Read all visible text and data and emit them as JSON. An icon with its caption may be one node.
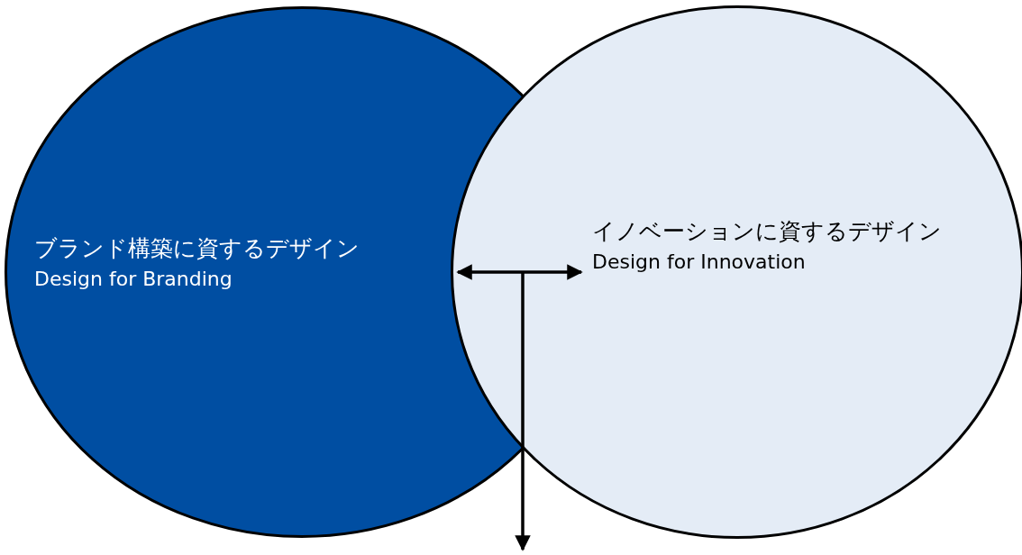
{
  "diagram": {
    "nodes": [
      {
        "text": [
          "ブランド構築に資するデザイン",
          "Design for Branding"
        ]
      },
      {
        "text": [
          "イノベーションに資するデザイン",
          "Design for Innovation"
        ]
      }
    ],
    "edges": [
      {
        "from": 0,
        "to": 1,
        "arrow": "both"
      },
      {
        "from": 1,
        "to": null,
        "arrow": "to"
      }
    ]
  }
}
